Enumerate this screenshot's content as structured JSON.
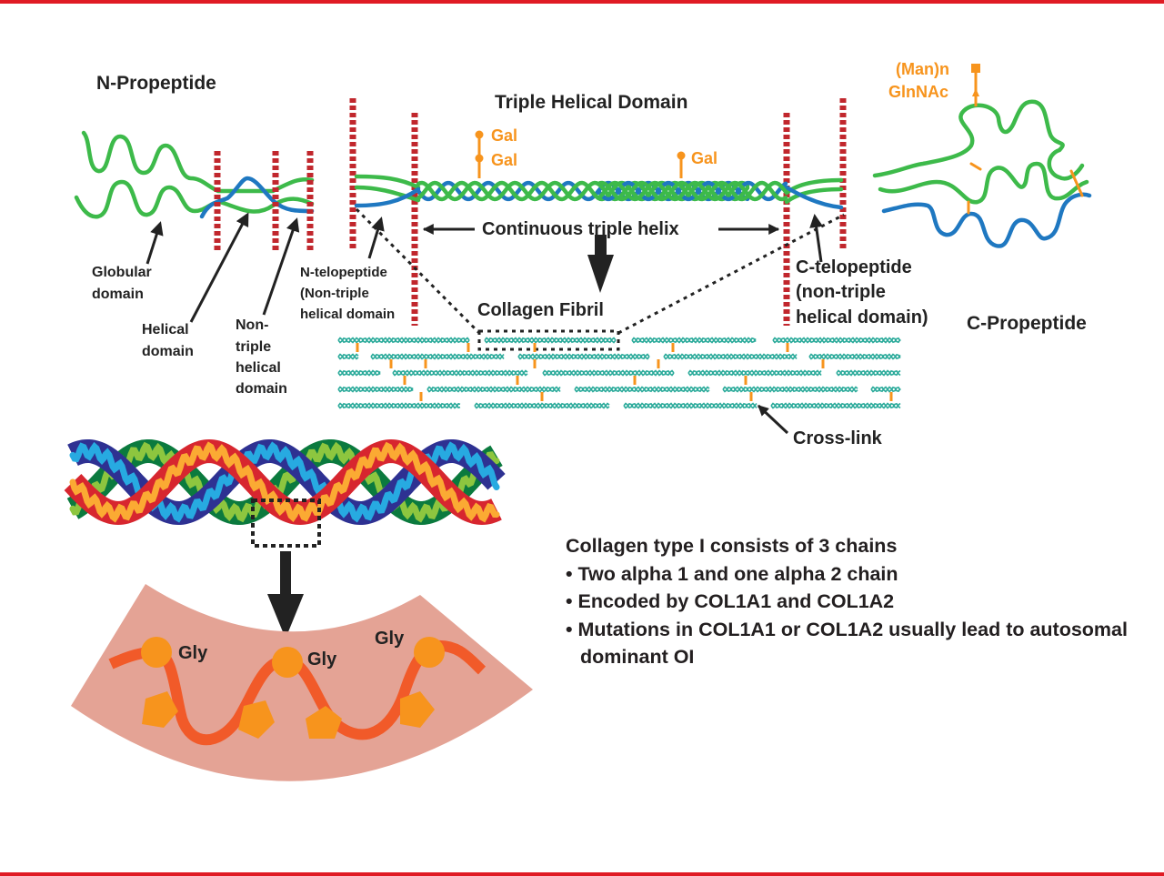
{
  "labels": {
    "n_propeptide": "N-Propeptide",
    "triple_helical_domain": "Triple Helical Domain",
    "c_propeptide": "C-Propeptide",
    "gal": "Gal",
    "man_n": "(Man)n",
    "glcnac": "GlnNAc",
    "continuous_triple_helix": "Continuous triple helix",
    "collagen_fibril": "Collagen Fibril",
    "cross_link": "Cross-link",
    "globular_domain": [
      "Globular",
      "domain"
    ],
    "helical_domain": [
      "Helical",
      "domain"
    ],
    "non_triple_helical": [
      "Non-",
      "triple",
      "helical",
      "domain"
    ],
    "n_telopeptide": [
      "N-telopeptide",
      "(Non-triple",
      "helical domain"
    ],
    "c_telopeptide": [
      "C-telopeptide",
      "(non-triple",
      "helical domain)"
    ],
    "gly": "Gly"
  },
  "summary": {
    "heading": "Collagen type I consists of 3 chains",
    "bullets": [
      "• Two alpha 1 and one alpha 2 chain",
      "• Encoded by COL1A1 and COL1A2",
      "• Mutations in COL1A1 or COL1A2 usually lead to autosomal dominant OI"
    ]
  },
  "colors": {
    "border": "#e01b24",
    "boundary": "#c1272d",
    "alpha1": "#3dba4a",
    "alpha2": "#1f78c1",
    "sugar": "#f7941d",
    "fibril": "#2aaa9a",
    "helix_red": "#d7262f",
    "helix_orange": "#fbaa33",
    "helix_blue": "#2e3192",
    "helix_lightblue": "#27aae1",
    "helix_green": "#0b7a3e",
    "helix_lightgreen": "#8dc63f",
    "band": "#e4a395",
    "chain": "#f15a29"
  }
}
